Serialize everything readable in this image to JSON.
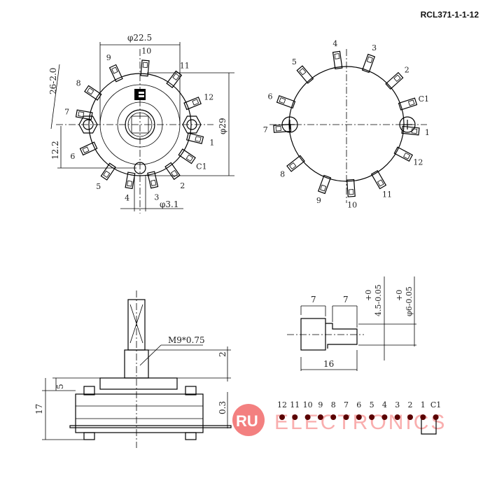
{
  "title": "RCL371-1-1-12",
  "front_view": {
    "dim_outer": "φ22.5",
    "dim_body": "φ29",
    "dim_pin": "φ3.1",
    "dim_height": "12.2",
    "dim_angle": "26-2.0",
    "terminals": [
      "10",
      "11",
      "12",
      "1",
      "C1",
      "2",
      "3",
      "4",
      "5",
      "6",
      "7",
      "8",
      "9"
    ]
  },
  "rear_view": {
    "terminals": [
      "4",
      "3",
      "2",
      "C1",
      "1",
      "12",
      "11",
      "10",
      "9",
      "8",
      "7",
      "6",
      "5"
    ]
  },
  "side_view": {
    "thread": "M9*0.75",
    "dim_total": "17",
    "dim_body": "5",
    "dim_top": "2",
    "dim_plate": "0.3"
  },
  "shaft_view": {
    "dim_a": "7",
    "dim_b": "7",
    "dim_len": "16",
    "dim_flat_tol": "+0",
    "dim_flat": "4.5-0.05",
    "dim_dia_tol": "+0",
    "dim_dia": "φ6-0.05"
  },
  "schematic": {
    "labels": [
      "12",
      "11",
      "10",
      "9",
      "8",
      "7",
      "6",
      "5",
      "4",
      "3",
      "2",
      "1",
      "C1"
    ]
  },
  "watermark": {
    "badge": "RU",
    "text": "ELECTRONICS",
    "color": "#f26b6b"
  }
}
